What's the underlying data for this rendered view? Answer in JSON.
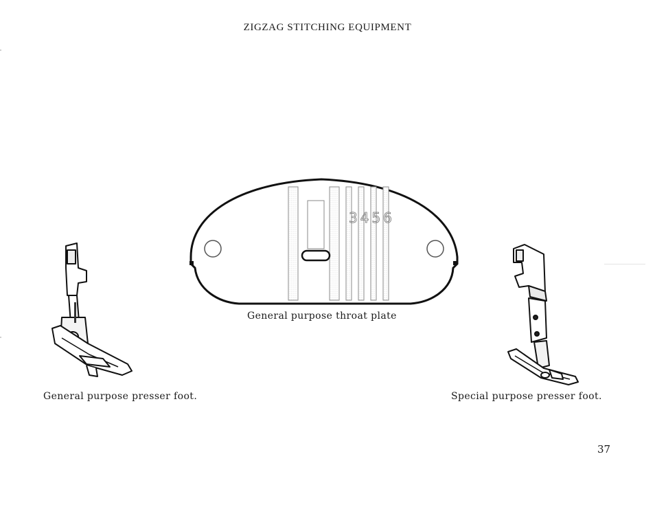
{
  "page": {
    "title": "ZIGZAG STITCHING EQUIPMENT",
    "page_number": "37"
  },
  "figures": {
    "throat_plate": {
      "caption": "General purpose throat plate",
      "plate_number": "3456"
    },
    "general_foot": {
      "caption": "General purpose presser foot."
    },
    "special_foot": {
      "caption": "Special purpose presser foot."
    }
  }
}
